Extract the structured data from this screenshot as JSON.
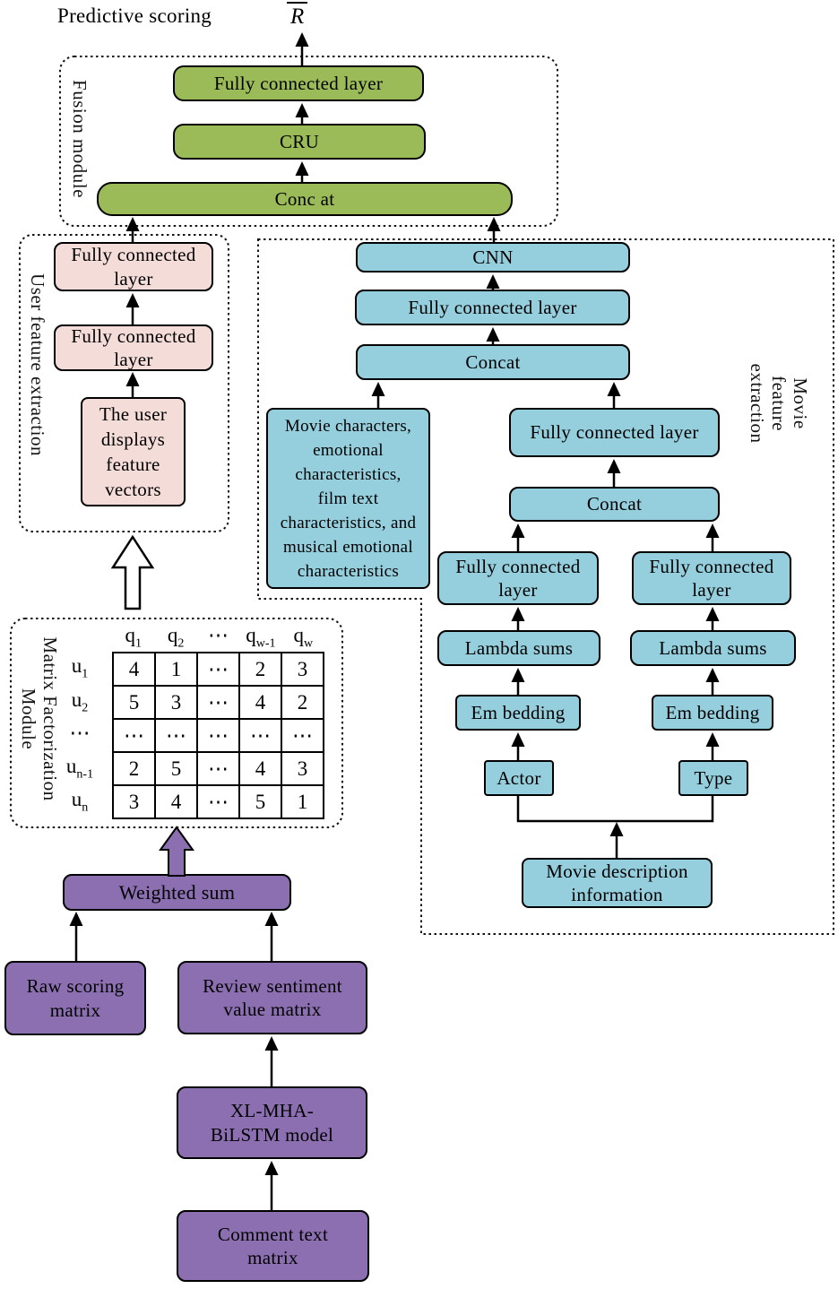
{
  "header": {
    "predictive_scoring": "Predictive scoring",
    "r_bar": "R"
  },
  "fusion": {
    "label": "Fusion module",
    "fc": "Fully connected layer",
    "cru": "CRU",
    "concat": "Conc at"
  },
  "user": {
    "label": "User feature extraction",
    "fc1": "Fully connected\nlayer",
    "fc2": "Fully connected\nlayer",
    "vectors": "The user\ndisplays\nfeature\nvectors"
  },
  "movie": {
    "label": "Movie feature extraction",
    "cnn": "CNN",
    "fc_top": "Fully connected layer",
    "concat_top": "Concat",
    "features_box": "Movie characters,\nemotional\ncharacteristics,\nfilm text\ncharacteristics, and\nmusical emotional\ncharacteristics",
    "fc_right": "Fully connected layer",
    "concat_right": "Concat",
    "fc_bottom_left": "Fully connected\nlayer",
    "fc_bottom_right": "Fully connected\nlayer",
    "lambda_left": "Lambda sums",
    "lambda_right": "Lambda sums",
    "embedding_left": "Em bedding",
    "embedding_right": "Em bedding",
    "actor": "Actor",
    "type": "Type",
    "description": "Movie description\ninformation"
  },
  "matrix": {
    "label": "Matrix Factorization\nModule",
    "cols": [
      {
        "b": "q",
        "s": "1"
      },
      {
        "b": "q",
        "s": "2"
      },
      {
        "b": "⋯",
        "s": ""
      },
      {
        "b": "q",
        "s": "w-1"
      },
      {
        "b": "q",
        "s": "w"
      }
    ],
    "rows": [
      {
        "b": "u",
        "s": "1"
      },
      {
        "b": "u",
        "s": "2"
      },
      {
        "b": "⋯",
        "s": ""
      },
      {
        "b": "u",
        "s": "n-1"
      },
      {
        "b": "u",
        "s": "n"
      }
    ],
    "cells": [
      [
        "4",
        "1",
        "⋯",
        "2",
        "3"
      ],
      [
        "5",
        "3",
        "⋯",
        "4",
        "2"
      ],
      [
        "⋯",
        "⋯",
        "⋯",
        "⋯",
        "⋯"
      ],
      [
        "2",
        "5",
        "⋯",
        "4",
        "3"
      ],
      [
        "3",
        "4",
        "⋯",
        "5",
        "1"
      ]
    ]
  },
  "bottom": {
    "weighted_sum": "Weighted sum",
    "raw_scoring": "Raw scoring\nmatrix",
    "review_sentiment": "Review sentiment\nvalue matrix",
    "xl_mha": "XL-MHA-\nBiLSTM model",
    "comment_text": "Comment text\nmatrix"
  },
  "colors": {
    "green": "#9BBB59",
    "blue": "#95CEDC",
    "pink": "#F4DCD9",
    "purple": "#8C6FB1",
    "line": "#000000"
  }
}
